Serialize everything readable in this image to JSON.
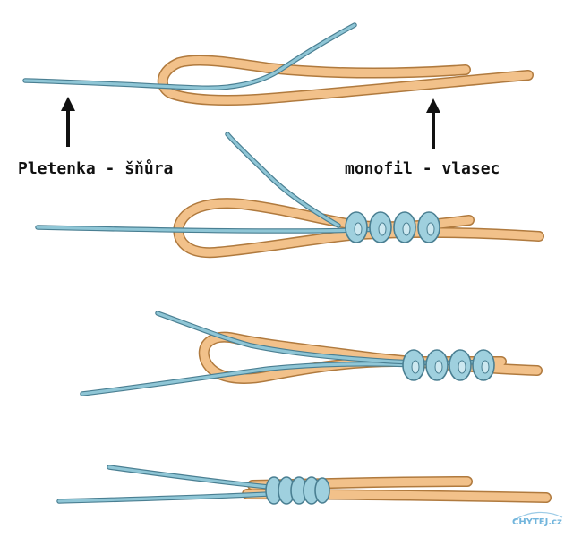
{
  "labels": {
    "braid": "Pletenka - šňůra",
    "mono": "monofil - vlasec"
  },
  "watermark": {
    "text": "CHYTEJ.cz"
  },
  "colors": {
    "braid_line": "#8fc6d6",
    "braid_edge": "#4a7f92",
    "mono_line": "#f2c18a",
    "mono_edge": "#b07a3e",
    "arrow": "#111111",
    "watermark": "#5aa9d6"
  }
}
